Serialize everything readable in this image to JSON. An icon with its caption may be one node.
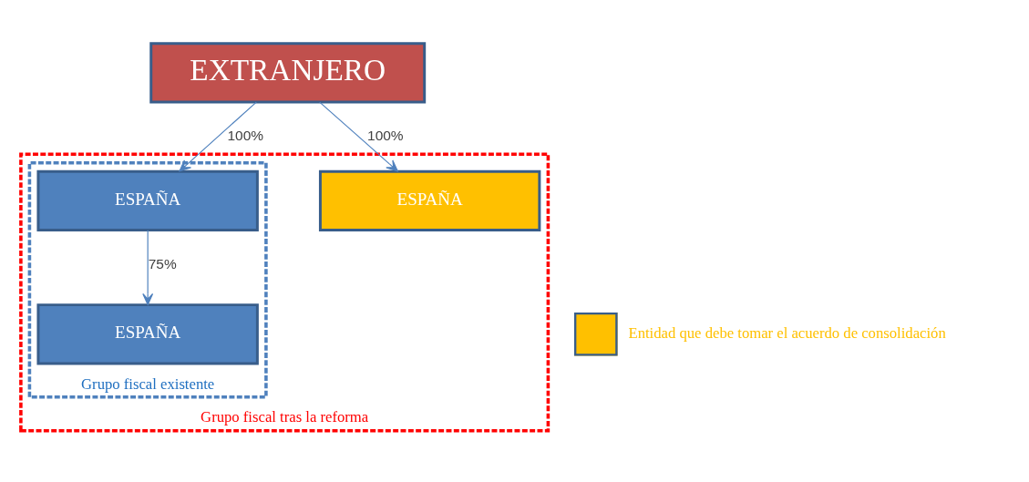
{
  "diagram": {
    "nodes": [
      {
        "text": [
          "EXTRANJERO"
        ]
      },
      {
        "text": [
          "Grupo fiscal tras la reforma"
        ]
      },
      {
        "text": [
          "Grupo fiscal existente"
        ],
        "in": 1
      },
      {
        "text": [
          "ESPAÑA"
        ],
        "in": 2
      },
      {
        "text": [
          "ESPAÑA"
        ],
        "in": 2
      },
      {
        "text": [
          "ESPAÑA"
        ],
        "in": 1
      }
    ],
    "edges": [
      {
        "from": 0,
        "to": 3,
        "arrow": "to",
        "label": "100%"
      },
      {
        "from": 0,
        "to": 5,
        "arrow": "to",
        "label": "100%"
      },
      {
        "from": 3,
        "to": 4,
        "arrow": "to",
        "label": "75%"
      }
    ],
    "legend": [
      {
        "text": "Entidad que debe tomar el acuerdo de consolidación",
        "color": "#ffc000"
      }
    ]
  }
}
